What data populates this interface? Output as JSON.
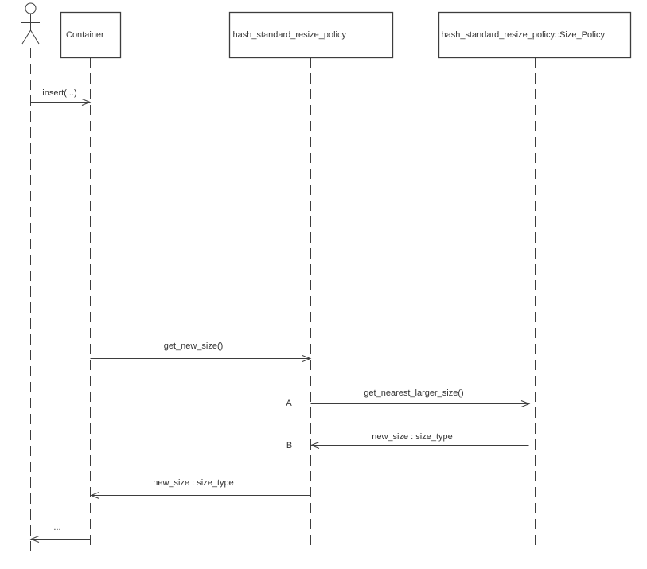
{
  "diagram": {
    "type": "uml-sequence",
    "colors": {
      "background": "#ffffff",
      "line": "#3d3d3d",
      "text": "#333333"
    },
    "actor": {
      "name": "actor"
    },
    "lifelines": [
      {
        "label": "Container"
      },
      {
        "label": "hash_standard_resize_policy"
      },
      {
        "label": "hash_standard_resize_policy::Size_Policy"
      }
    ],
    "messages": [
      {
        "from": "actor",
        "to": "Container",
        "label": "insert(...)"
      },
      {
        "from": "Container",
        "to": "hash_standard_resize_policy",
        "label": "get_new_size()"
      },
      {
        "tag": "A",
        "from": "hash_standard_resize_policy",
        "to": "hash_standard_resize_policy::Size_Policy",
        "label": "get_nearest_larger_size()"
      },
      {
        "tag": "B",
        "from": "hash_standard_resize_policy::Size_Policy",
        "to": "hash_standard_resize_policy",
        "label": "new_size : size_type"
      },
      {
        "from": "hash_standard_resize_policy",
        "to": "Container",
        "label": "new_size : size_type"
      },
      {
        "from": "Container",
        "to": "actor",
        "label": "..."
      }
    ]
  }
}
